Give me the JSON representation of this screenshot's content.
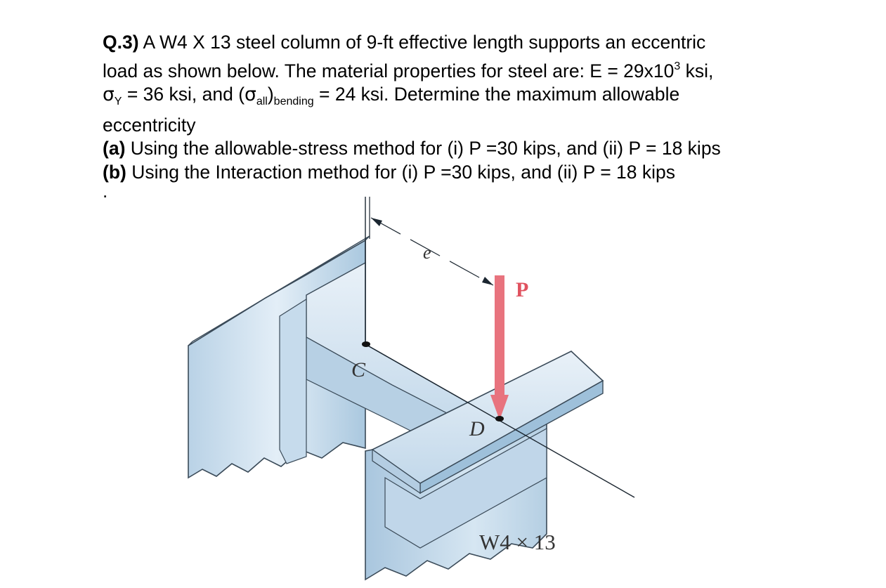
{
  "question": {
    "number": "Q.3)",
    "line1": "A W4 X 13 steel column of 9-ft effective length supports an eccentric",
    "line2_a": "load as shown below. The material properties for steel are:  E = 29x10",
    "line2_exp": "3",
    "line2_b": " ksi,",
    "sigma": "σ",
    "sigma_y_sub": "Y",
    "line3_a": " = 36 ksi, and (",
    "sigma_all_sub": "all",
    "paren_close": ")",
    "bending_sub": "bending",
    "line3_b": " = 24 ksi. Determine the maximum allowable",
    "line4": "eccentricity",
    "part_a_label": "(a)",
    "part_a_text": " Using the allowable-stress method for (i) P =30 kips, and (ii) P = 18 kips",
    "part_b_label": "(b)",
    "part_b_text": " Using the Interaction method for (i) P =30 kips, and (ii) P = 18 kips",
    "trailing": "."
  },
  "figure": {
    "label_e": "e",
    "label_P": "P",
    "label_C": "C",
    "label_D": "D",
    "label_section": "W4 × 13",
    "colors": {
      "steel_face": "#cfe0ee",
      "steel_light": "#e6eff7",
      "steel_dark": "#9ec0da",
      "outline": "#3a4a58",
      "load_arrow": "#e8737e",
      "P_label": "#e0525f"
    }
  }
}
